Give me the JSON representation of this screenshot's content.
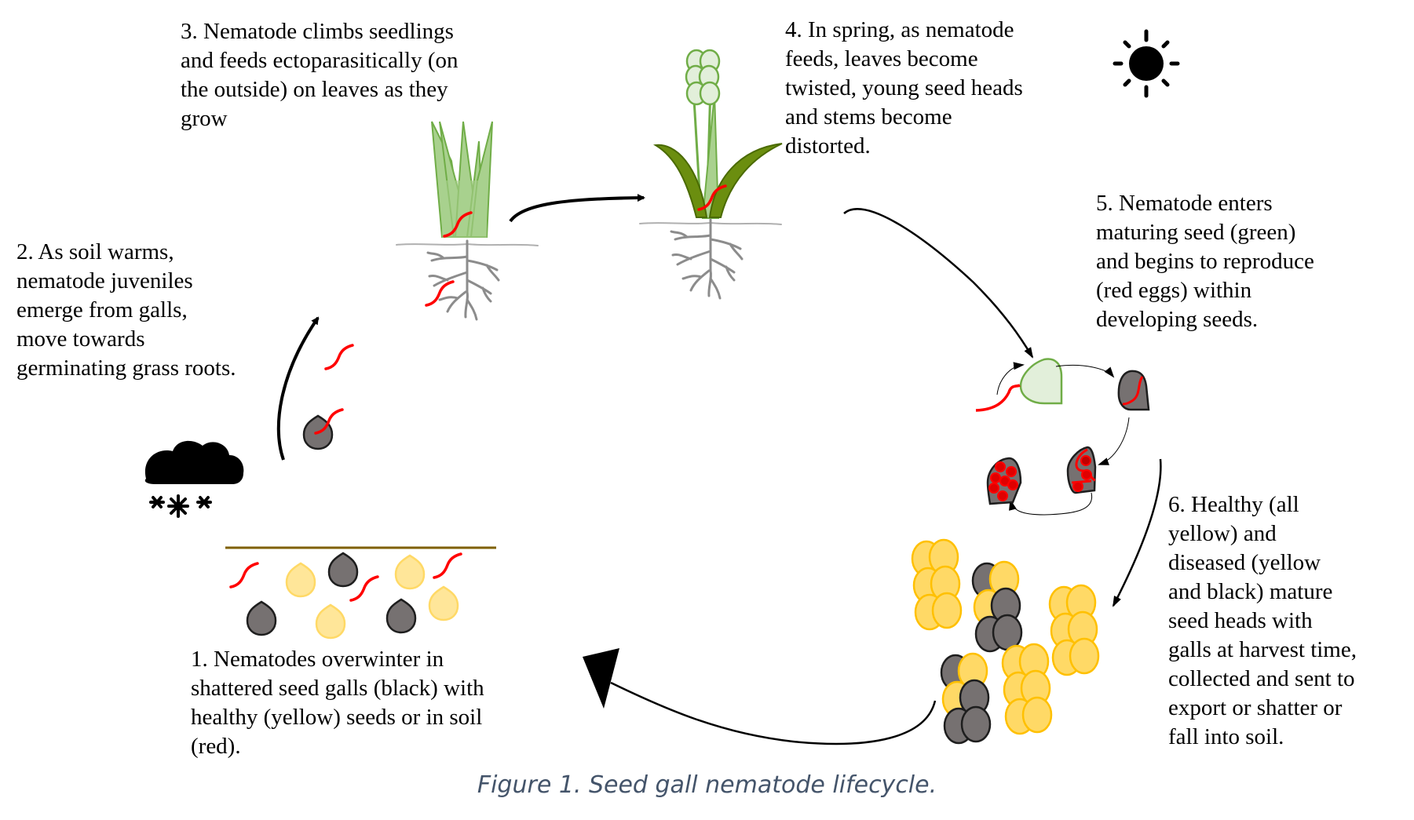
{
  "steps": [
    {
      "id": 1,
      "lines": [
        "1. Nematodes overwinter in",
        "shattered seed galls (black) with",
        "healthy (yellow) seeds or in soil",
        "(red)."
      ]
    },
    {
      "id": 2,
      "lines": [
        "2. As soil warms,",
        "nematode juveniles",
        "emerge from galls,",
        "move towards",
        "germinating grass roots."
      ]
    },
    {
      "id": 3,
      "lines": [
        "3. Nematode climbs seedlings",
        "and feeds ectoparasitically (on",
        "the outside) on  leaves as they",
        "grow"
      ]
    },
    {
      "id": 4,
      "lines": [
        "4. In spring, as nematode",
        "feeds, leaves become",
        "twisted, young seed heads",
        "and stems become",
        "distorted."
      ]
    },
    {
      "id": 5,
      "lines": [
        "5. Nematode enters",
        "maturing seed (green)",
        "and begins to reproduce",
        "(red eggs) within",
        "developing seeds."
      ]
    },
    {
      "id": 6,
      "lines": [
        "6. Healthy (all",
        "yellow) and",
        "diseased (yellow",
        "and black) mature",
        "seed heads with",
        "galls at harvest time,",
        "collected and sent to",
        "export or shatter or",
        "fall into soil."
      ]
    }
  ],
  "caption": "Figure 1. Seed gall nematode lifecycle.",
  "icons": {
    "winter": "snow-cloud-icon",
    "summer": "sun-icon"
  },
  "colors": {
    "nematode": "#ff0000",
    "gall": "#767171",
    "healthy_seed": "#ffd966",
    "healthy_seed_stroke": "#ffc000",
    "green_seed": "#e2efda",
    "green_seed_stroke": "#70ad47",
    "leaf_light": "#a9d18e",
    "leaf_dark": "#6b8e0f",
    "soil_line": "#7f6000",
    "caption": "#44546a"
  }
}
